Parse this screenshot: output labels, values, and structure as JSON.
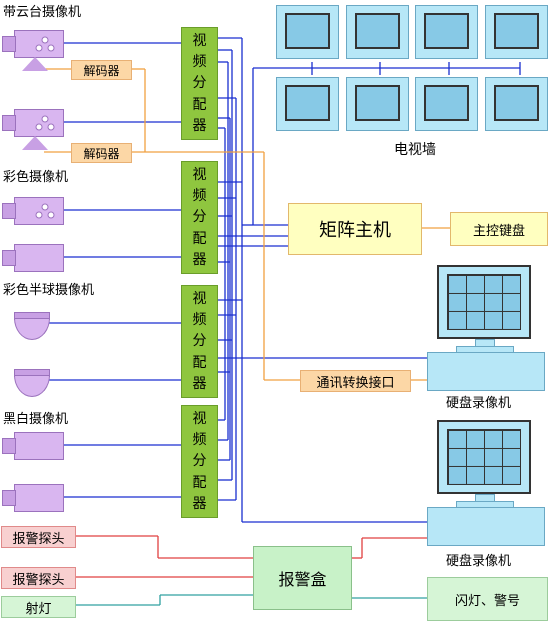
{
  "labels": {
    "ptz_camera": "带云台摄像机",
    "color_camera": "彩色摄像机",
    "color_dome": "彩色半球摄像机",
    "bw_camera": "黑白摄像机",
    "video_wall": "电视墙",
    "dvr_1": "硬盘录像机",
    "dvr_2": "硬盘录像机"
  },
  "boxes": {
    "decoder_1": "解码器",
    "decoder_2": "解码器",
    "matrix_host": "矩阵主机",
    "main_keyboard": "主控键盘",
    "comm_converter": "通讯转换接口",
    "alarm_box": "报警盒",
    "alarm_probe_1": "报警探头",
    "alarm_probe_2": "报警探头",
    "spotlight": "射灯",
    "flash_alarm": "闪灯、警号"
  },
  "splitters": [
    {
      "chars": [
        "视",
        "频",
        "分",
        "配",
        "器"
      ]
    },
    {
      "chars": [
        "视",
        "频",
        "分",
        "配",
        "器"
      ]
    },
    {
      "chars": [
        "视",
        "频",
        "分",
        "配",
        "器"
      ]
    },
    {
      "chars": [
        "视",
        "频",
        "分",
        "配",
        "器"
      ]
    }
  ],
  "colors": {
    "video_line": "#1a2fd0",
    "control_line": "#f0a040",
    "alarm_line": "#e04040",
    "relay_line": "#30a0a0",
    "splitter": "#8fc63f"
  }
}
